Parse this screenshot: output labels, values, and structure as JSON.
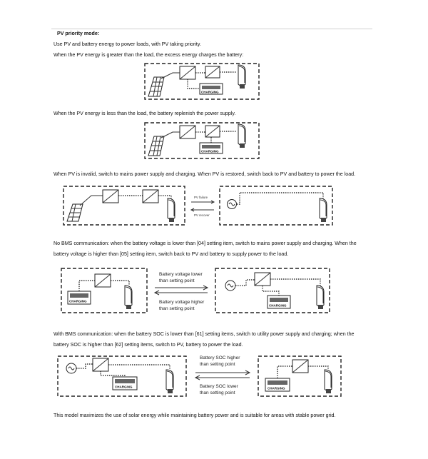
{
  "heading": "PV priority mode:",
  "paragraphs": {
    "p1": "Use PV and battery energy to power loads, with PV taking priority.",
    "p2": "When the PV energy is greater than the load, the excess energy charges the battery:",
    "p3": "When the PV energy is less than the load, the battery replenish the power supply.",
    "p4": "When PV is invalid, switch to mains power supply and charging. When PV is restored, switch back to PV and battery to power the load.",
    "p5a": "No BMS communication: when the battery voltage is lower than [04] setting item, switch to mains power supply and charging. When the",
    "p5b": "battery voltage is higher than [05] setting item, switch back to PV and battery to supply power to the load.",
    "p6a": "With BMS communication: when the battery SOC is lower than [61] setting items, switch to utility power supply and charging; when the",
    "p6b": "battery SOC is higher than [62] setting items, switch to PV, battery to power the load.",
    "p7": "This model maximizes the use of solar energy while maintaining battery power and is suitable for areas with stable power grid."
  },
  "diagram_labels": {
    "charging": "CHARGING",
    "pv_failure": "PV failure",
    "pv_recover": "PV recover",
    "batt_low_1": "Battery voltage lower",
    "batt_low_2": "than setting point",
    "batt_high_1": "Battery voltage higher",
    "batt_high_2": "than setting point",
    "soc_high_1": "Battery  SOC  higher",
    "soc_high_2": "than setting point",
    "soc_low_1": "Battery  SOC  lower",
    "soc_low_2": "than setting point"
  }
}
